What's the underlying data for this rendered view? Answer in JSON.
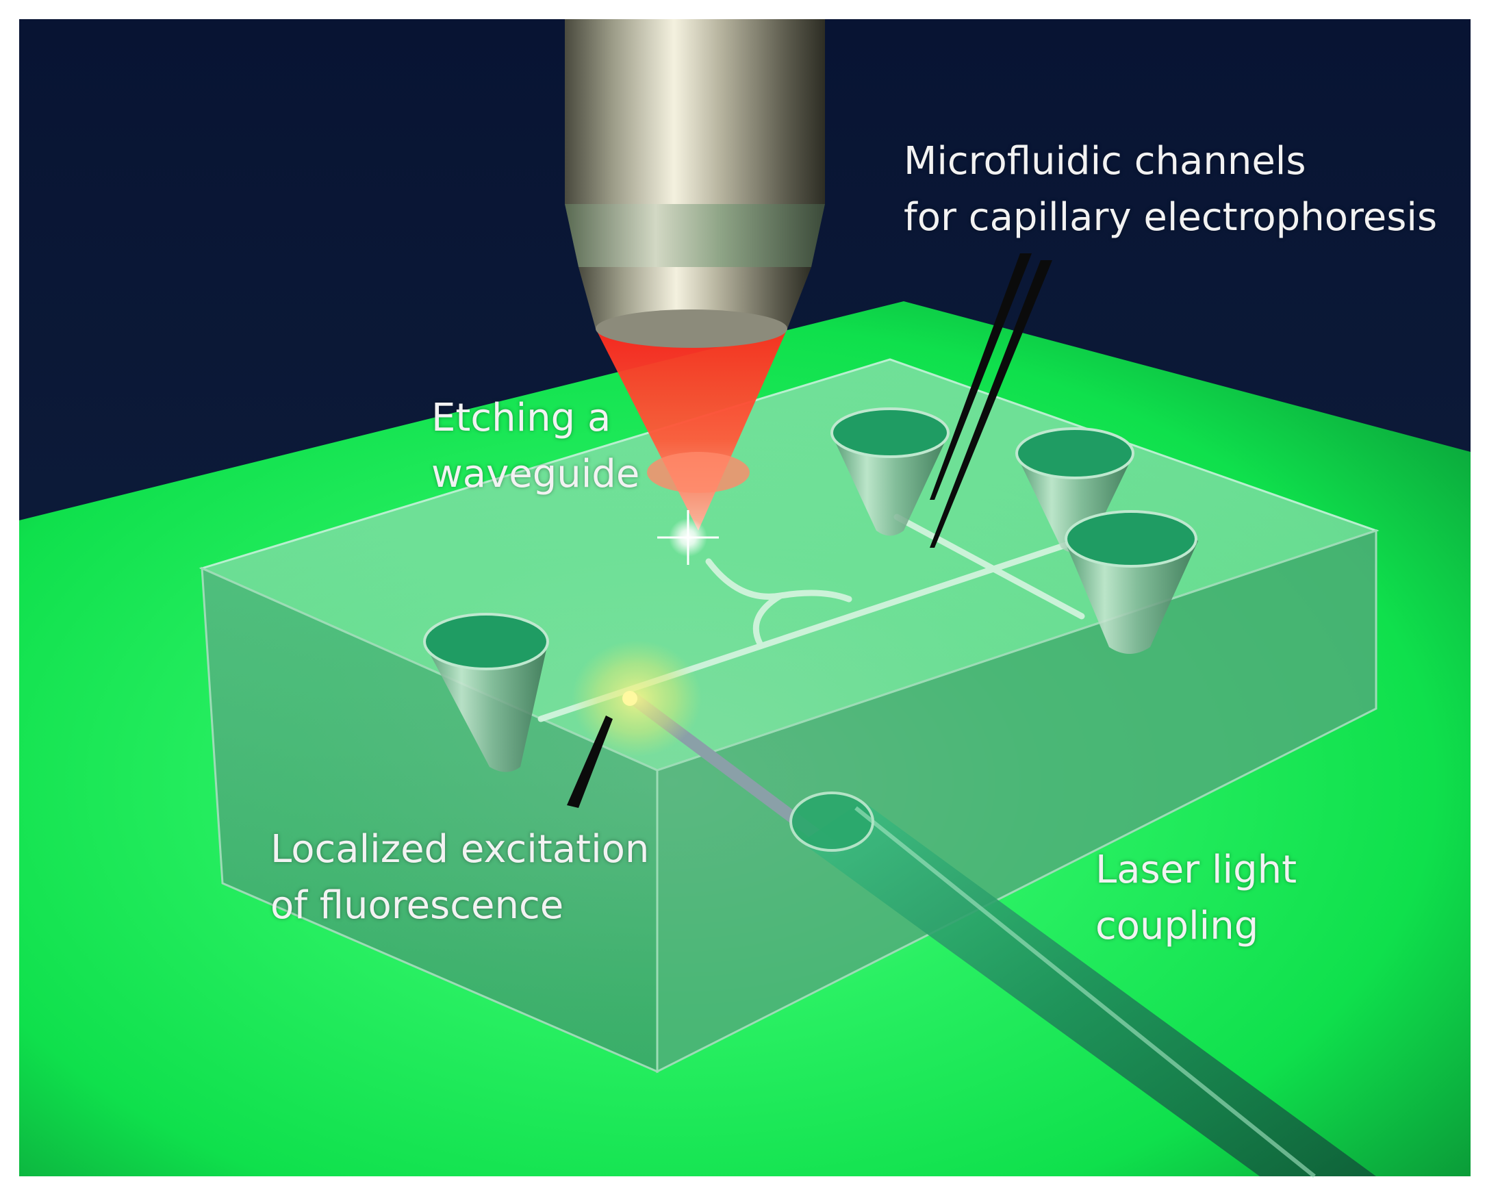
{
  "figure": {
    "colors": {
      "background_sky": "#0d1a38",
      "background_green": "#14ec52",
      "chip_glass": "#7fd8a4",
      "laser_beam": "#ff3a2a",
      "objective_metal": "#c9c7b6",
      "fiber": "#2fb77a"
    },
    "labels": {
      "microfluidic_line1": "Microfluidic channels",
      "microfluidic_line2": "for capillary electrophoresis",
      "etching_line1": "Etching a",
      "etching_line2": "waveguide",
      "localized_line1": "Localized excitation",
      "localized_line2": "of fluorescence",
      "laser_line1": "Laser light",
      "laser_line2": "coupling"
    },
    "icons": [
      "microscope-objective-icon",
      "laser-cone-icon",
      "reservoir-icon",
      "optical-fiber-icon",
      "glass-chip-icon"
    ]
  }
}
